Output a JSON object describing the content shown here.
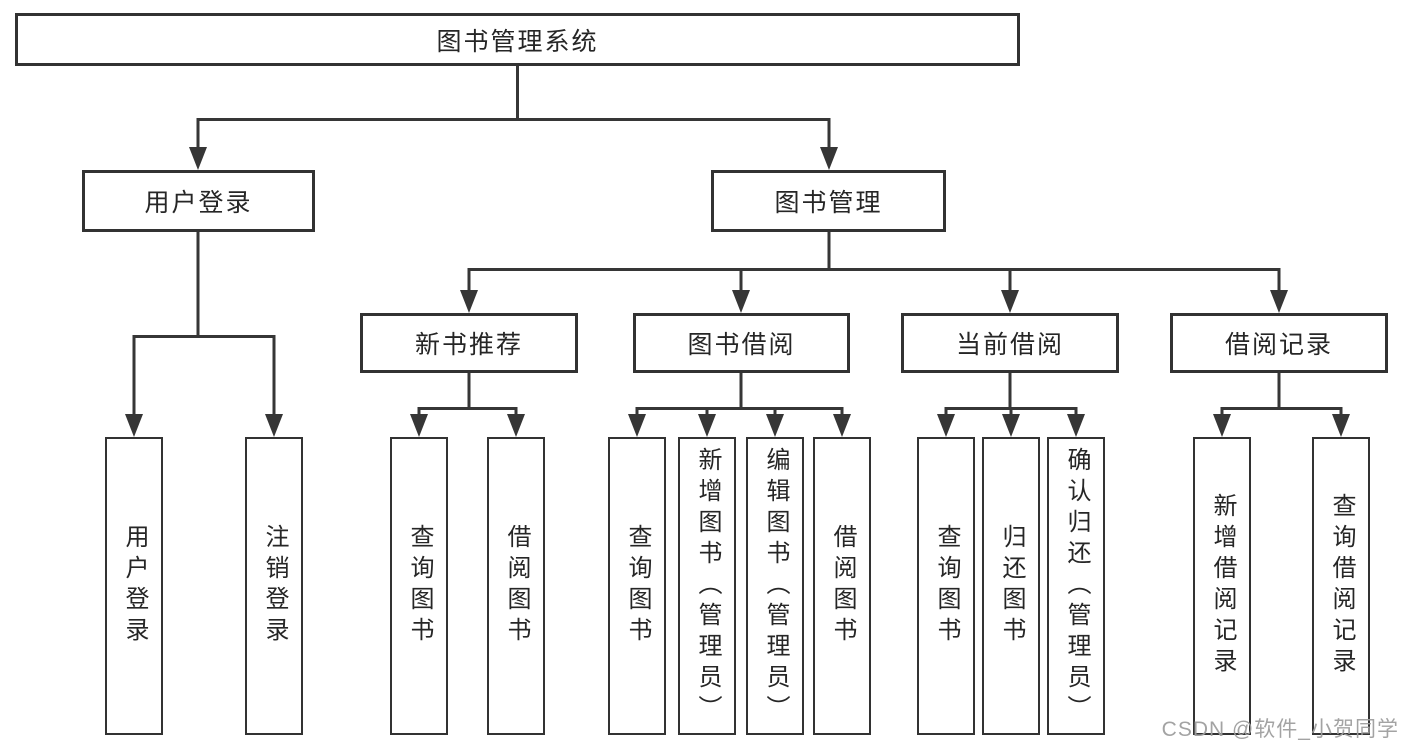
{
  "tree": {
    "root": {
      "label": "图书管理系统"
    },
    "branches": [
      {
        "label": "用户登录",
        "leaves": [
          "用户登录",
          "注销登录"
        ]
      },
      {
        "label": "图书管理",
        "children": [
          {
            "label": "新书推荐",
            "leaves": [
              "查询图书",
              "借阅图书"
            ]
          },
          {
            "label": "图书借阅",
            "leaves": [
              "查询图书",
              "新增图书（管理员）",
              "编辑图书（管理员）",
              "借阅图书"
            ]
          },
          {
            "label": "当前借阅",
            "leaves": [
              "查询图书",
              "归还图书",
              "确认归还（管理员）"
            ]
          },
          {
            "label": "借阅记录",
            "leaves": [
              "新增借阅记录",
              "查询借阅记录"
            ]
          }
        ]
      }
    ]
  },
  "watermark": {
    "text": "CSDN @软件_小贺同学"
  },
  "colors": {
    "background": "#ffffff",
    "line": "#363636",
    "box_border": "#323232",
    "text": "#262626",
    "watermark": "#9e9e9e"
  }
}
